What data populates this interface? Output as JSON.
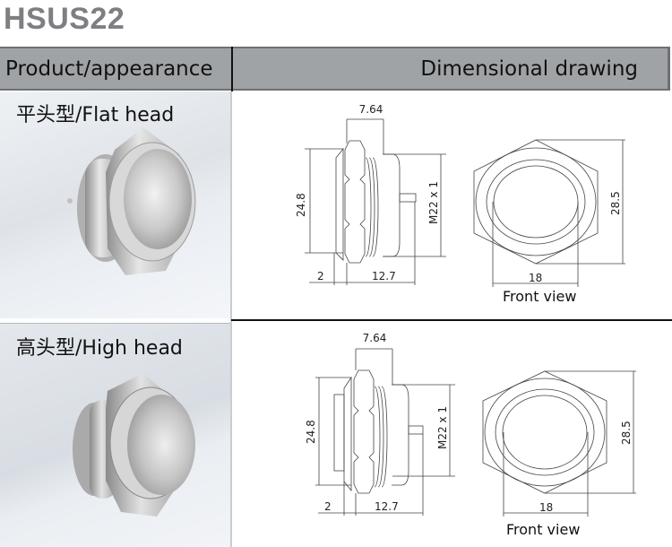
{
  "document": {
    "title": "HSUS22",
    "header": {
      "left": "Product/appearance",
      "right": "Dimensional drawing"
    },
    "rows": [
      {
        "label": "平头型/Flat head",
        "photo": "flat-head-button-photo",
        "side_view": {
          "dim_top": "7.64",
          "dim_height": "24.8",
          "dim_thread": "M22 x 1",
          "dim_left": "2",
          "dim_length": "12.7"
        },
        "front_view": {
          "dim_height": "28.5",
          "dim_width": "18",
          "caption": "Front view"
        }
      },
      {
        "label": "高头型/High head",
        "photo": "high-head-button-photo",
        "side_view": {
          "dim_top": "7.64",
          "dim_height": "24.8",
          "dim_thread": "M22 x 1",
          "dim_left": "2",
          "dim_length": "12.7"
        },
        "front_view": {
          "dim_height": "28.5",
          "dim_width": "18",
          "caption": "Front view"
        }
      }
    ]
  },
  "colors": {
    "title": "#7d7f82",
    "header_bg": "#a0a3a6",
    "header_border": "#6e7073"
  }
}
